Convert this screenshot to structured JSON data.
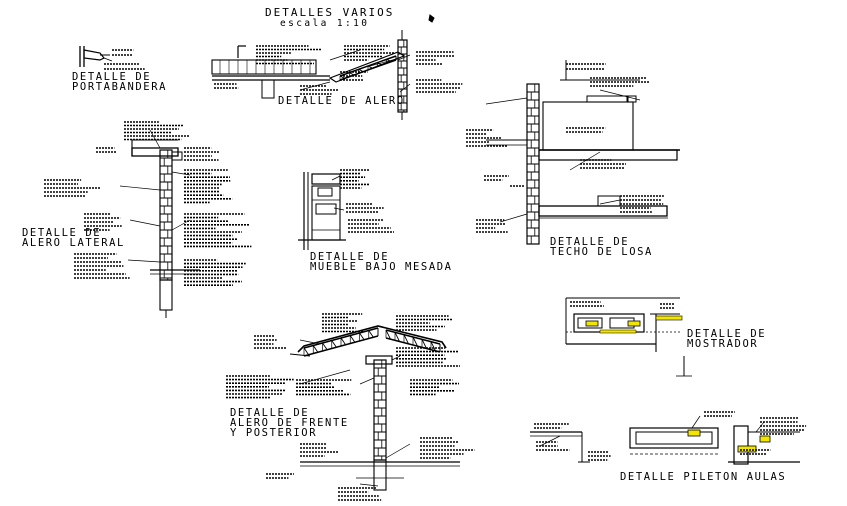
{
  "sheet": {
    "title": "DETALLES VARIOS",
    "scale": "escala 1:10"
  },
  "details": {
    "portabandera": [
      "DETALLE DE",
      "PORTABANDERA"
    ],
    "alero": [
      "DETALLE DE ALERO"
    ],
    "alero_lateral": [
      "DETALLE DE",
      "ALERO LATERAL"
    ],
    "mueble": [
      "DETALLE DE",
      "MUEBLE BAJO MESADA"
    ],
    "techo_losa": [
      "DETALLE DE",
      "TECHO DE LOSA"
    ],
    "alero_frente": [
      "DETALLE DE",
      "ALERO DE FRENTE",
      "Y POSTERIOR"
    ],
    "mostrador": [
      "DETALLE DE",
      "MOSTRADOR"
    ],
    "pileton": [
      "DETALLE PILETON AULAS"
    ]
  },
  "colors": {
    "lines": "#000000",
    "highlight": "#f2e600",
    "background": "#ffffff"
  }
}
